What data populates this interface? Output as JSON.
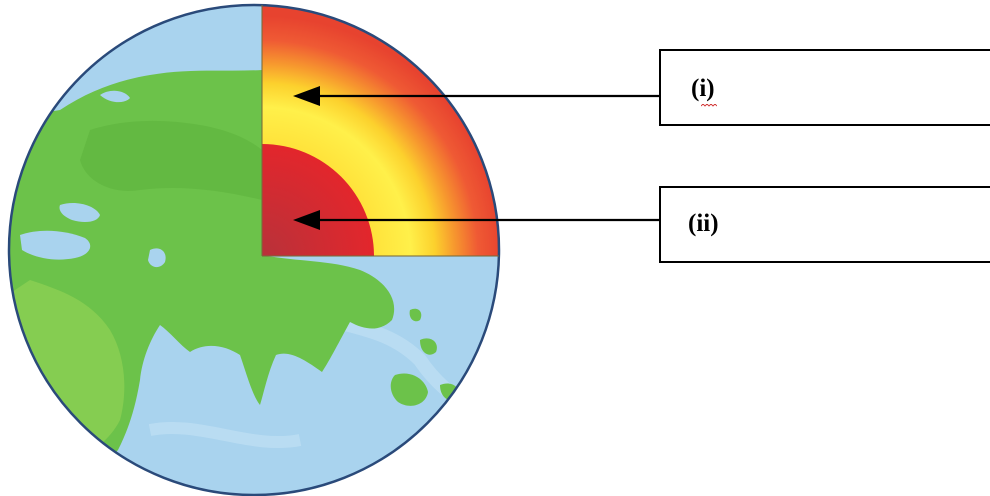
{
  "diagram": {
    "subject": "earth-cutaway",
    "labels": [
      {
        "id": "i",
        "text": "(i)"
      },
      {
        "id": "ii",
        "text": "(ii)"
      }
    ],
    "colors": {
      "ocean": "#a9d3ee",
      "land": "#6cc24a",
      "outer_layer": "#f0543a",
      "middle_layer": "#fde434",
      "core": "#d92a2a",
      "arrow": "#000000",
      "box_border": "#000000"
    }
  }
}
